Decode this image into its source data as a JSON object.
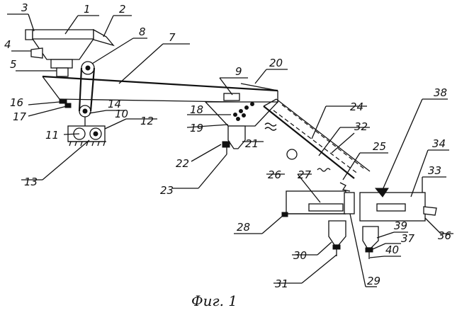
{
  "caption": "Фиг. 1",
  "labels": {
    "l1": "1",
    "l2": "2",
    "l3": "3",
    "l4": "4",
    "l5": "5",
    "l7": "7",
    "l8": "8",
    "l9": "9",
    "l10": "10",
    "l11": "11",
    "l12": "12",
    "l13": "13",
    "l14": "14",
    "l16": "16",
    "l17": "17",
    "l18": "18",
    "l19": "19",
    "l20": "20",
    "l21": "21",
    "l22": "22",
    "l23": "23",
    "l24": "24",
    "l25": "25",
    "l26": "26",
    "l27": "27",
    "l28": "28",
    "l29": "29",
    "l30": "30",
    "l31": "31",
    "l32": "32",
    "l33": "33",
    "l34": "34",
    "l36": "36",
    "l37": "37",
    "l38": "38",
    "l39": "39",
    "l40": "40"
  }
}
